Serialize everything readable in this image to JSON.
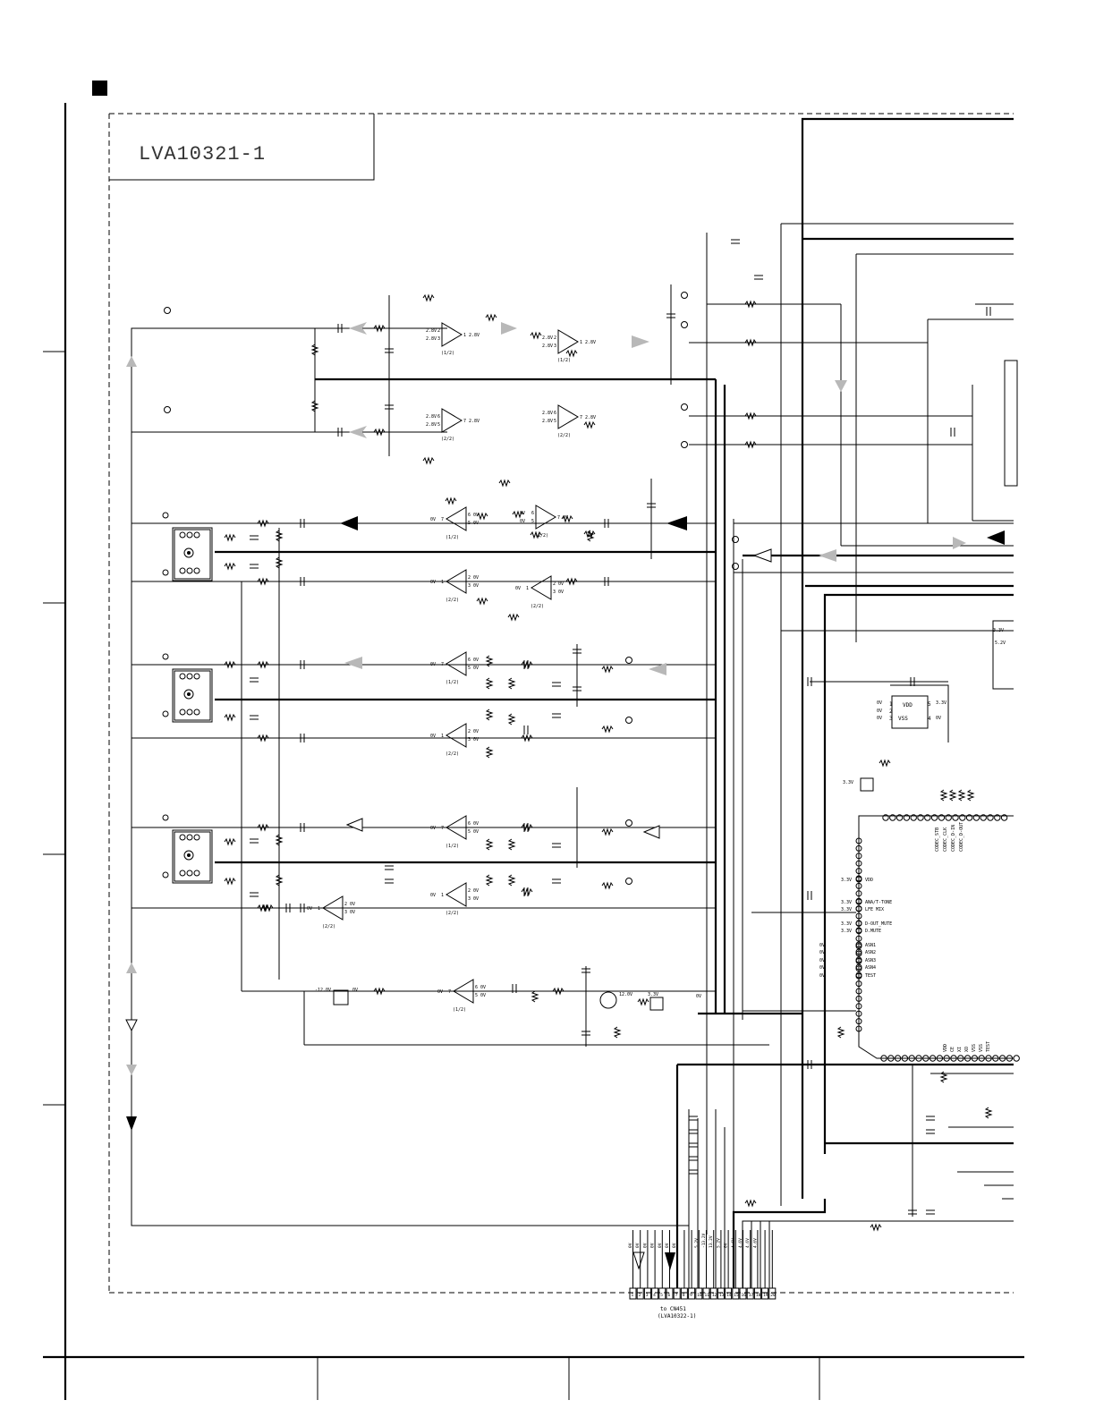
{
  "board_label": "LVA10321-1",
  "connector": {
    "caption_line1": "to CN451",
    "caption_line2": "(LVA10322-1)",
    "pins": [
      "1",
      "2",
      "3",
      "4",
      "5",
      "6",
      "7",
      "8",
      "9",
      "10",
      "11",
      "12",
      "13",
      "14",
      "15",
      "16",
      "17",
      "18",
      "19",
      "20"
    ],
    "pin_voltages": [
      "0V",
      "0V",
      "0V",
      "0V",
      "0V",
      "0V",
      "0V",
      "",
      "",
      "5.2V",
      "-13.2V",
      "13.2V",
      "5.2V",
      "0V",
      "4.6V",
      "4.6V",
      "4.6V",
      "4.6V",
      "",
      ""
    ]
  },
  "opamps": [
    {
      "label": "(1/2)",
      "pins": [
        "2",
        "3",
        "1"
      ],
      "v": [
        "2.8V",
        "2.8V",
        "2.8V"
      ]
    },
    {
      "label": "(1/2)",
      "pins": [
        "2",
        "3",
        "1"
      ],
      "v": [
        "2.8V",
        "2.8V",
        "2.8V"
      ]
    },
    {
      "label": "(2/2)",
      "pins": [
        "6",
        "5",
        "7"
      ],
      "v": [
        "2.8V",
        "2.8V",
        "2.8V"
      ]
    },
    {
      "label": "(2/2)",
      "pins": [
        "6",
        "5",
        "7"
      ],
      "v": [
        "2.8V",
        "2.8V",
        "2.8V"
      ]
    },
    {
      "label": "(1/2)",
      "pins": [
        "6",
        "5",
        "7"
      ],
      "v": [
        "0V",
        "0V",
        "0V"
      ]
    },
    {
      "label": "(1/2)",
      "pins": [
        "6",
        "5",
        "7"
      ],
      "v": [
        "0V",
        "0V",
        "0V"
      ]
    },
    {
      "label": "(2/2)",
      "pins": [
        "2",
        "3",
        "1"
      ],
      "v": [
        "0V",
        "0V",
        "0V"
      ]
    },
    {
      "label": "(2/2)",
      "pins": [
        "2",
        "3",
        "1"
      ],
      "v": [
        "0V",
        "0V",
        "0V"
      ]
    },
    {
      "label": "(1/2)",
      "pins": [
        "6",
        "5",
        "7"
      ],
      "v": [
        "0V",
        "0V",
        "0V"
      ]
    },
    {
      "label": "(2/2)",
      "pins": [
        "2",
        "3",
        "1"
      ],
      "v": [
        "0V",
        "0V",
        "0V"
      ]
    },
    {
      "label": "(1/2)",
      "pins": [
        "6",
        "5",
        "7"
      ],
      "v": [
        "0V",
        "0V",
        "0V"
      ]
    },
    {
      "label": "(2/2)",
      "pins": [
        "2",
        "3",
        "1"
      ],
      "v": [
        "0V",
        "0V",
        "0V"
      ]
    },
    {
      "label": "(2/2)",
      "pins": [
        "2",
        "3",
        "1"
      ],
      "v": [
        "0V",
        "0V",
        "0V"
      ]
    },
    {
      "label": "(1/2)",
      "pins": [
        "6",
        "5",
        "7"
      ],
      "v": [
        "0V",
        "0V",
        "0V"
      ]
    }
  ],
  "supply_labels": [
    "13.2V",
    "-13.2V",
    "12.0V",
    "-12.0V",
    "5.2V",
    "3.3V",
    "4.6V"
  ],
  "dsp_pins": [
    "VDD",
    "ANA/T-TONE",
    "LFE MIX",
    "D-OUT_MUTE",
    "D.MUTE",
    "ASN1",
    "ASN2",
    "ASN3",
    "ASN4",
    "TEST"
  ],
  "dsp_pin_voltages": [
    "3.3V",
    "3.3V",
    "3.3V",
    "3.3V",
    "3.3V",
    "0V",
    "0V",
    "0V",
    "0V",
    "0V"
  ],
  "gate": {
    "pins": [
      "1",
      "2",
      "3",
      "4",
      "5"
    ],
    "labels": [
      "VDD",
      "VSS"
    ],
    "v": [
      "0V",
      "0V",
      "0V",
      "0V",
      "3.3V"
    ]
  },
  "transistor_labels": [
    "-12.0V",
    "0V",
    "12.0V",
    "3.3V",
    "0V"
  ],
  "codec_labels": [
    "CODEC_STB",
    "CODEC_CLK",
    "CODEC_D-IN",
    "CODEC_D-OUT"
  ],
  "bottom_pin_labels": [
    "VDD",
    "CE",
    "XI",
    "XO",
    "VSS",
    "VSS",
    "TEST"
  ],
  "regulator_labels": [
    "3.3V",
    "3.3V",
    "5.2V"
  ]
}
